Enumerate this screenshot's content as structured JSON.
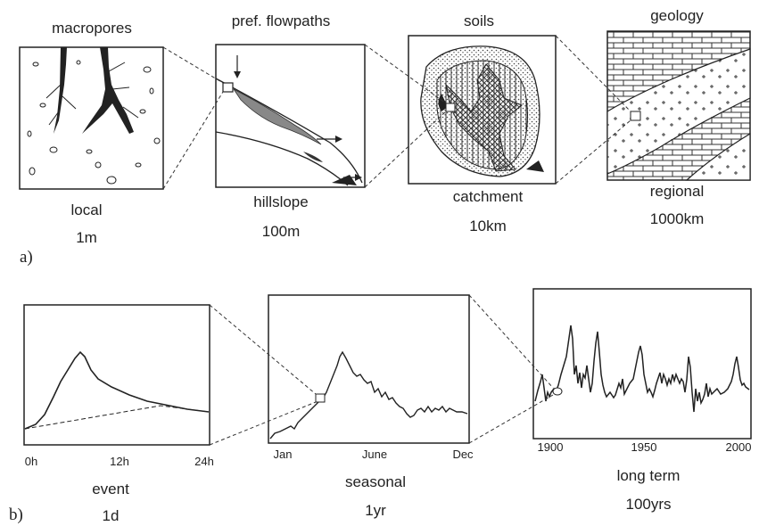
{
  "panel_a": {
    "label": "a)",
    "boxes": [
      {
        "title": "macropores",
        "name": "local",
        "size": "1m"
      },
      {
        "title": "pref. flowpaths",
        "name": "hillslope",
        "size": "100m"
      },
      {
        "title": "soils",
        "name": "catchment",
        "size": "10km"
      },
      {
        "title": "geology",
        "name": "regional",
        "size": "1000km"
      }
    ]
  },
  "panel_b": {
    "label": "b)",
    "plots": [
      {
        "ticks": [
          "0h",
          "12h",
          "24h"
        ],
        "name": "event",
        "size": "1d"
      },
      {
        "ticks": [
          "Jan",
          "June",
          "Dec"
        ],
        "name": "seasonal",
        "size": "1yr"
      },
      {
        "ticks": [
          "1900",
          "1950",
          "2000"
        ],
        "name": "long term",
        "size": "100yrs"
      }
    ]
  }
}
